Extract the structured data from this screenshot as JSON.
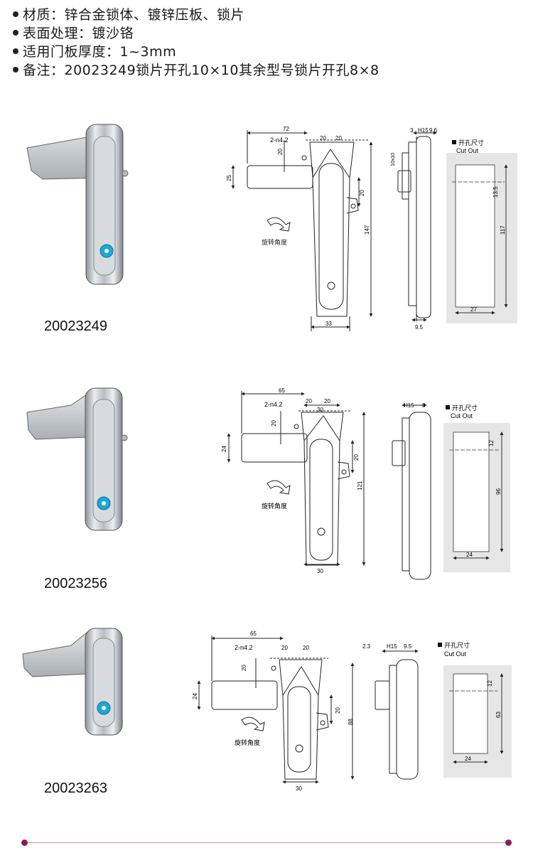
{
  "specs": [
    "材质：锌合金锁体、镀锌压板、锁片",
    "表面处理：镀沙铬",
    "适用门板厚度：1~3mm",
    "备注：20023249锁片开孔10×10其余型号锁片开孔8×8"
  ],
  "common": {
    "rotation_label": "旋转角度",
    "cutout_cn": "开孔尺寸",
    "cutout_en": "Cut Out",
    "hole_label": "2-n4.2",
    "h15": "H15"
  },
  "products": [
    {
      "model": "20023249",
      "dims": {
        "total_width": "72",
        "hole_v": "20",
        "pitch_a": "20",
        "pitch_b": "20",
        "lever_h": "25",
        "side_20": "20",
        "height": "147",
        "body_w": "33",
        "side_3": "3",
        "side_9_6": "9.6",
        "side_10x10": "10x10",
        "side_9_5": "9.5",
        "cut_top": "13.5",
        "cut_h": "117",
        "cut_w": "27"
      }
    },
    {
      "model": "20023256",
      "dims": {
        "total_width": "65",
        "hole_v": "20",
        "pitch_a": "20",
        "pitch_b": "20",
        "body_top": "30",
        "lever_h": "24",
        "side_20": "20",
        "height": "121",
        "body_w": "30",
        "side_8": "8",
        "cut_top": "12",
        "cut_h": "96",
        "cut_w": "24"
      }
    },
    {
      "model": "20023263",
      "dims": {
        "total_width": "65",
        "hole_v": "20",
        "pitch_a": "20",
        "pitch_b": "20",
        "lever_h": "24",
        "side_20": "20",
        "height": "88",
        "body_w": "30",
        "side_2_3": "2.3",
        "side_9_5": "9.5",
        "cut_top": "12",
        "cut_h": "63",
        "cut_w": "24"
      }
    }
  ],
  "colors": {
    "accent": "#8b1a5e",
    "lock_blue": "#1fa7d6",
    "cutout_bg": "#e6e6e6"
  }
}
